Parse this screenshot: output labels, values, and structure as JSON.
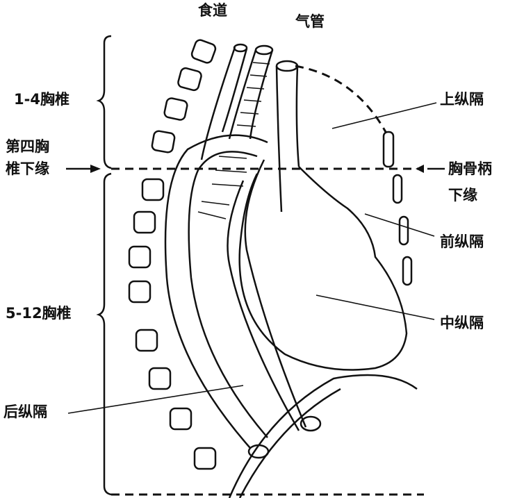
{
  "labels": {
    "esophagus": "食道",
    "trachea": "气管",
    "t1_4": "1-4胸椎",
    "t4_lower_1": "第四胸",
    "t4_lower_2": "椎下缘",
    "manubrium_1": "胸骨柄",
    "manubrium_2": "下缘",
    "superior": "上纵隔",
    "anterior": "前纵隔",
    "middle": "中纵隔",
    "t5_12": "5-12胸椎",
    "posterior": "后纵隔"
  }
}
